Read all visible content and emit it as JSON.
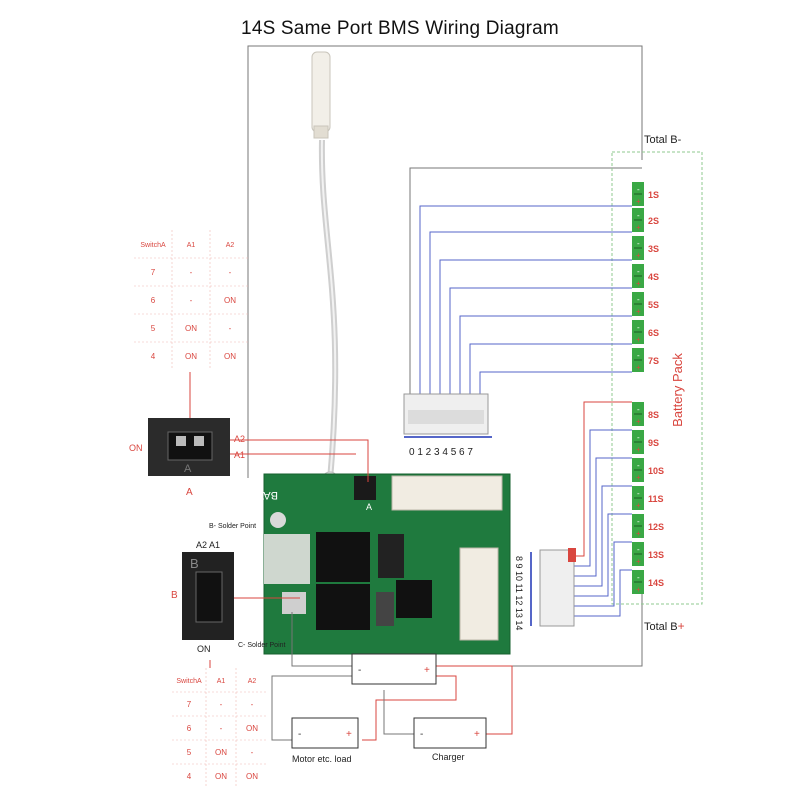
{
  "title": "14S Same Port BMS Wiring Diagram",
  "labels": {
    "total_b_minus": "Total B-",
    "total_b_plus_text": "Total B",
    "total_b_plus_sign": "+",
    "battery_pack": "Battery Pack",
    "b_solder": "B- Solder Point",
    "c_solder": "C- Solder Point",
    "on": "ON",
    "a": "A",
    "b": "B",
    "a2": "A2",
    "a1": "A1",
    "a2a1": "A2  A1",
    "bat": "BAT",
    "motor": "Motor etc. load",
    "charger": "Charger",
    "connector_top": "0 1 2 3 4 5 6 7",
    "connector_side": "8 9 10 11 12 13 14",
    "minus": "-",
    "plus": "+"
  },
  "cells": [
    "1S",
    "2S",
    "3S",
    "4S",
    "5S",
    "6S",
    "7S",
    "8S",
    "9S",
    "10S",
    "11S",
    "12S",
    "13S",
    "14S"
  ],
  "switch_table": {
    "headers": [
      "SwitchA",
      "A1",
      "A2"
    ],
    "rows": [
      [
        "7",
        "-",
        "-"
      ],
      [
        "6",
        "-",
        "ON"
      ],
      [
        "5",
        "ON",
        "-"
      ],
      [
        "4",
        "ON",
        "ON"
      ]
    ]
  },
  "colors": {
    "wire_blue": "#5566c8",
    "wire_red": "#d9463f",
    "wire_gray": "#777777",
    "cell_green": "#3aa845",
    "table_red": "#d9463f",
    "pcb_green": "#1f7a3e"
  }
}
